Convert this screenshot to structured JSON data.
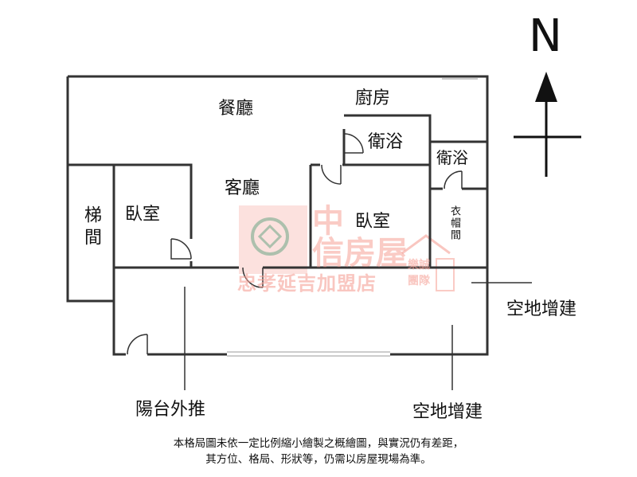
{
  "rooms": {
    "dining": "餐廳",
    "kitchen": "廚房",
    "bath_center": "衛浴",
    "bath_right": "衛浴",
    "living": "客廳",
    "bedroom_left": "臥室",
    "bedroom_right": "臥室",
    "closet": "衣帽間",
    "stairs": "梯間"
  },
  "annotations": {
    "open_space_right": "空地增建",
    "balcony": "陽台外推",
    "open_space_bottom": "空地增建"
  },
  "compass": {
    "north_label": "N"
  },
  "watermark": {
    "brand_line1": "中",
    "brand_line2": "信房屋",
    "franchise": "忠孝延吉加盟店",
    "tag_top": "樂誠",
    "tag_bottom": "團隊",
    "color": "#f5a096"
  },
  "disclaimer": {
    "line1": "本格局圖未依一定比例縮小繪製之概繪圖，與實況仍有差距，",
    "line2": "其方位、格局、形狀等，仍需以房屋現場為準。"
  }
}
